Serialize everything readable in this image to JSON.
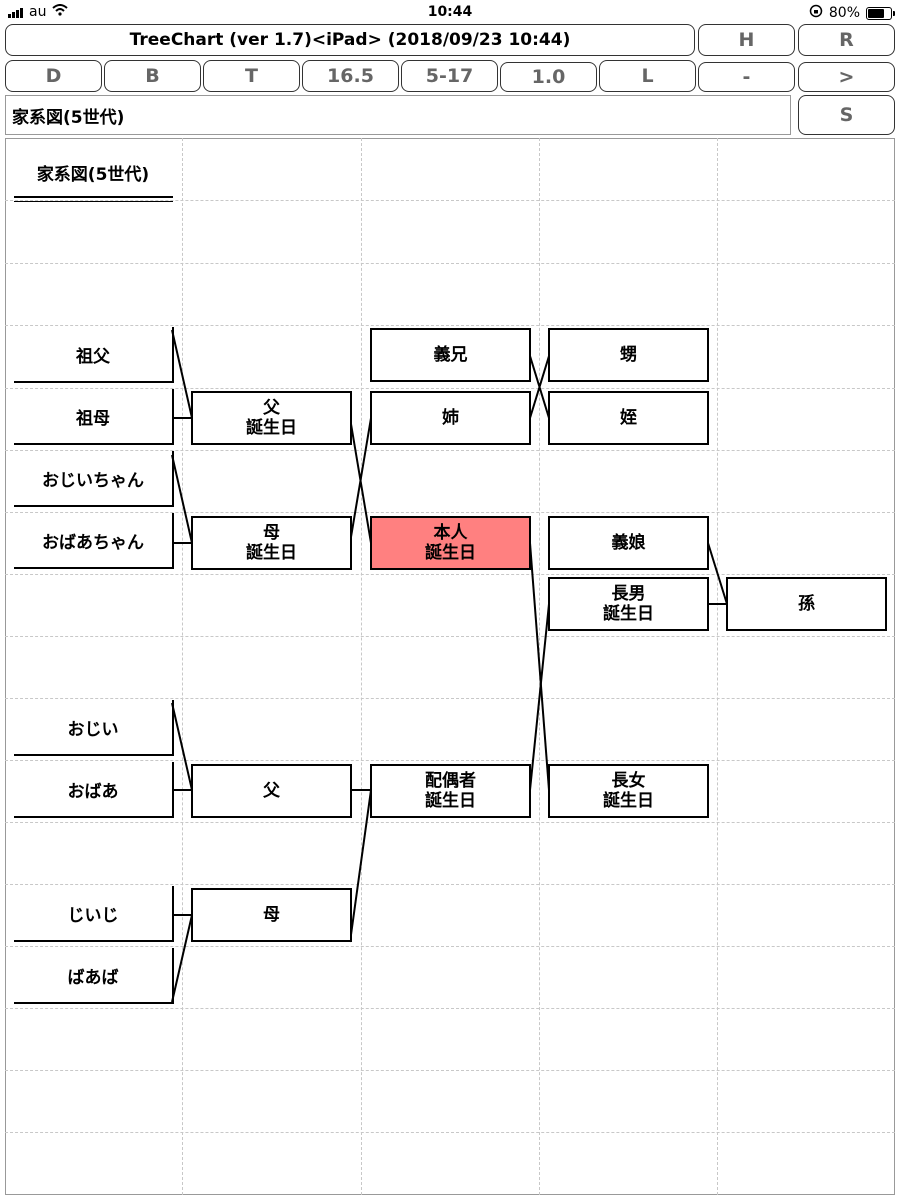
{
  "status": {
    "carrier": "au",
    "time": "10:44",
    "battery": "80%",
    "battery_level": 0.8
  },
  "toolbar": {
    "title": "TreeChart (ver 1.7)<iPad> (2018/09/23 10:44)",
    "h": "H",
    "r": "R",
    "row2": [
      "D",
      "B",
      "T",
      "16.5",
      "5-17",
      "1.0",
      "L",
      "-",
      ">"
    ],
    "doc_name": "家系図(5世代)",
    "s": "S"
  },
  "grid_title": "家系図(5世代)",
  "nodes": {
    "sofu": "祖父",
    "sobo": "祖母",
    "ojiichan": "おじいちゃん",
    "obaachan": "おばあちゃん",
    "chichi": "父",
    "chichi_sub": "誕生日",
    "haha": "母",
    "haha_sub": "誕生日",
    "gikei": "義兄",
    "ane": "姉",
    "honnin": "本人",
    "honnin_sub": "誕生日",
    "oi": "甥",
    "mei": "姪",
    "gijo": "義娘",
    "chonan": "長男",
    "chonan_sub": "誕生日",
    "mago": "孫",
    "oji": "おじい",
    "oba": "おばあ",
    "chichi2": "父",
    "haigusha": "配偶者",
    "haigusha_sub": "誕生日",
    "chojo": "長女",
    "chojo_sub": "誕生日",
    "jiiji": "じいじ",
    "baaba": "ばあば",
    "haha2": "母"
  },
  "colors": {
    "highlight": "#ff8080"
  }
}
